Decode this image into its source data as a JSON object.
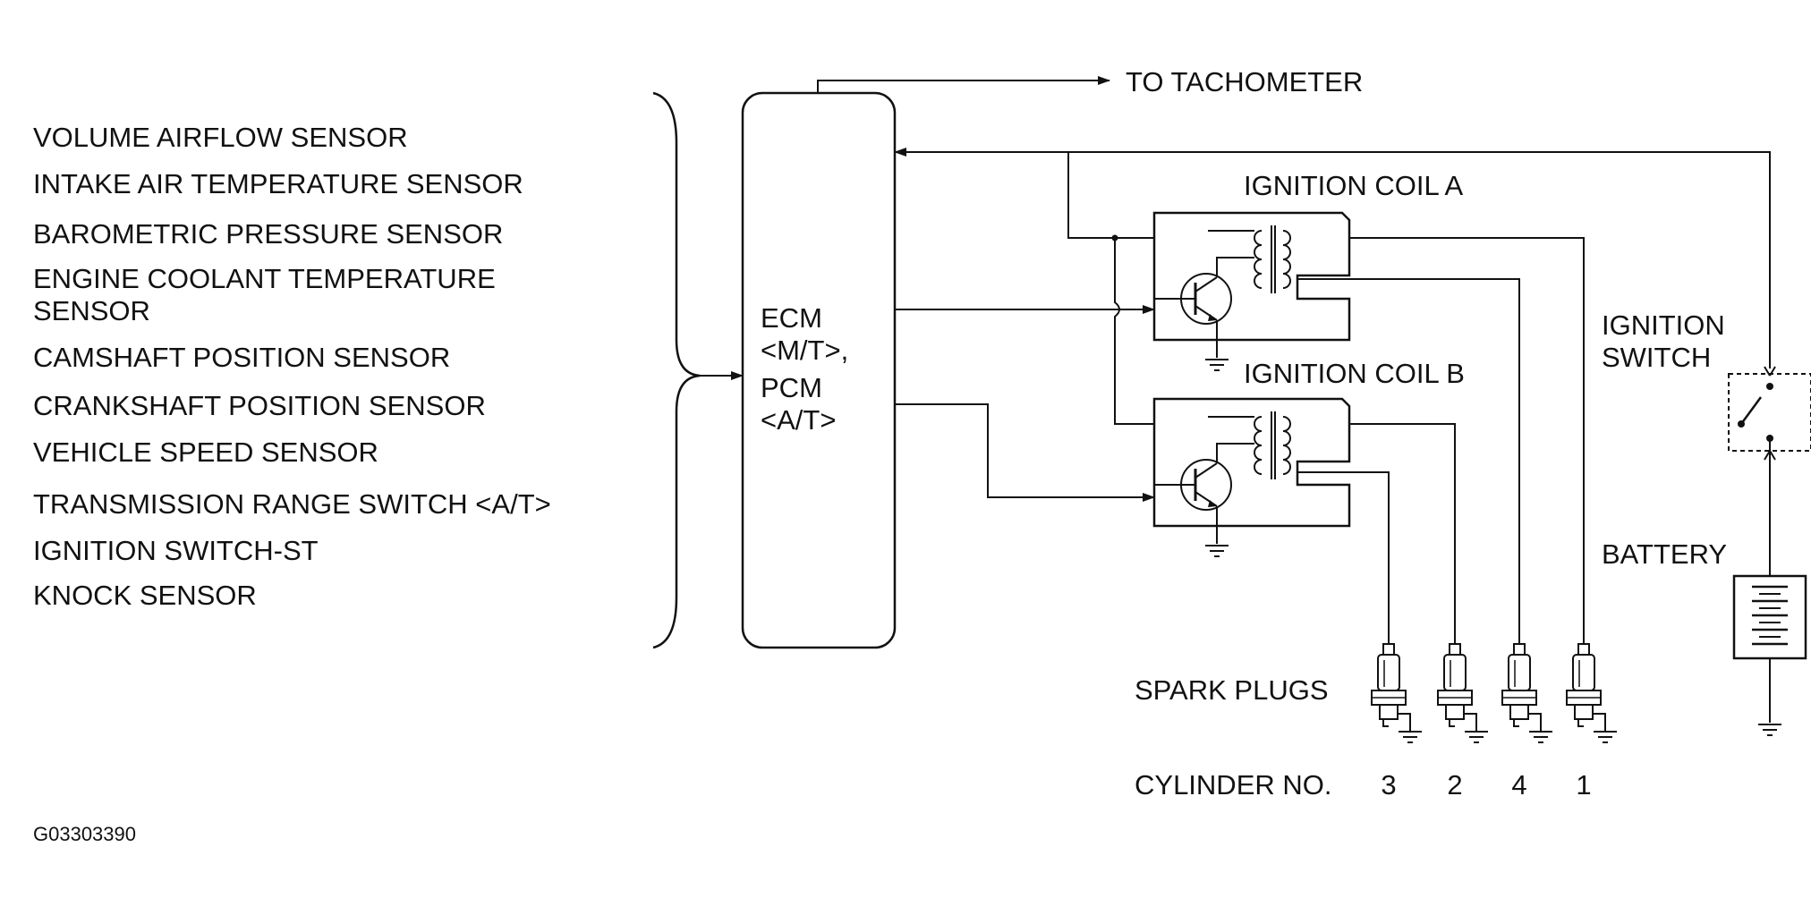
{
  "sensors": [
    "VOLUME AIRFLOW SENSOR",
    "INTAKE AIR TEMPERATURE SENSOR",
    "BAROMETRIC PRESSURE SENSOR",
    "ENGINE COOLANT TEMPERATURE",
    "SENSOR",
    "CAMSHAFT POSITION SENSOR",
    "CRANKSHAFT POSITION SENSOR",
    "VEHICLE SPEED SENSOR",
    "TRANSMISSION RANGE SWITCH <A/T>",
    "IGNITION SWITCH-ST",
    "KNOCK SENSOR"
  ],
  "ecm": {
    "line1": "ECM",
    "line2": "<M/T>,",
    "line3": "PCM",
    "line4": "<A/T>"
  },
  "labels": {
    "tachometer": "TO TACHOMETER",
    "coil_a": "IGNITION COIL A",
    "coil_b": "IGNITION COIL B",
    "ignition_switch_1": "IGNITION",
    "ignition_switch_2": "SWITCH",
    "battery": "BATTERY",
    "spark_plugs": "SPARK PLUGS",
    "cylinder_no": "CYLINDER NO."
  },
  "cylinders": [
    "3",
    "2",
    "4",
    "1"
  ],
  "figure_code": "G03303390"
}
